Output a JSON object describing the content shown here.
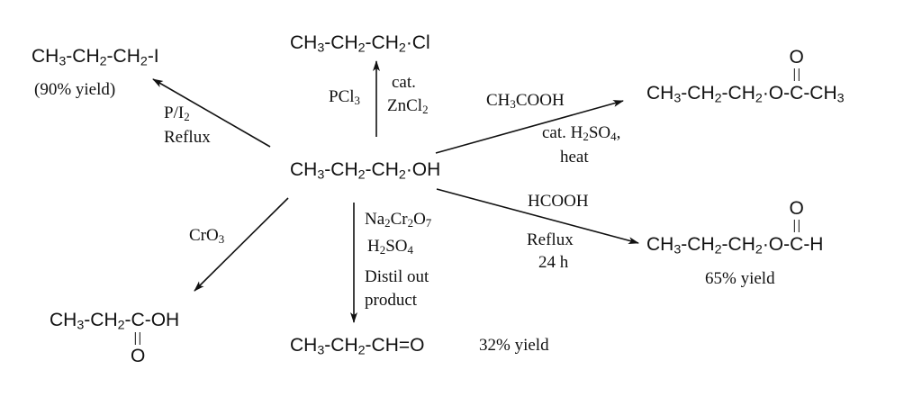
{
  "start_material": "CH3-CH2-CH2·OH",
  "products": {
    "iodide": {
      "formula": "CH3-CH2-CH2-I",
      "yield": "(90% yield)"
    },
    "chloride": {
      "formula": "CH3-CH2-CH2·Cl"
    },
    "acetate": {
      "prefix": "CH3-CH2-CH2·O-",
      "carbon": "C",
      "suffix": "-CH3",
      "carbonyl_o": "O"
    },
    "formate": {
      "prefix": "CH3-CH2-CH2·O-",
      "carbon": "C",
      "suffix": "-H",
      "carbonyl_o": "O",
      "yield": "65% yield"
    },
    "acid": {
      "prefix": "CH3-CH2-",
      "carbon": "C",
      "suffix": "-OH",
      "carbonyl_o": "O"
    },
    "aldehyde": {
      "formula": "CH3-CH2-CH=O",
      "yield": "32% yield"
    }
  },
  "reagents": {
    "iodide": [
      "P/I2",
      "Reflux"
    ],
    "chloride": {
      "left": "PCl3",
      "right": [
        "cat.",
        "ZnCl2"
      ]
    },
    "acetate": {
      "above": "CH3COOH",
      "below": [
        "cat. H2SO4,",
        "heat"
      ]
    },
    "formate": {
      "above": "HCOOH",
      "below": [
        "Reflux",
        "24 h"
      ]
    },
    "acid": "CrO3",
    "aldehyde": [
      "Na2Cr2O7",
      "H2SO4",
      "Distil out",
      "product"
    ]
  }
}
